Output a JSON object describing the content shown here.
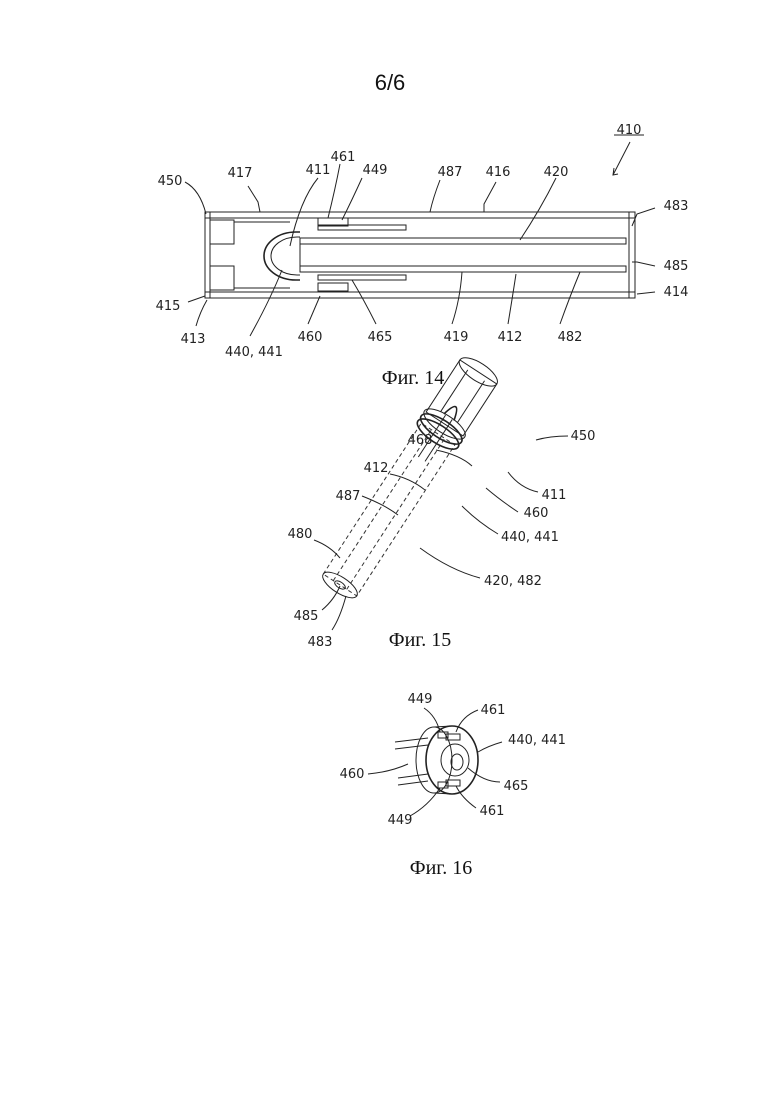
{
  "page_number": "6/6",
  "figures": [
    {
      "caption": "Фиг. 14",
      "labels": {
        "l410": "410",
        "l450": "450",
        "l417": "417",
        "l411": "411",
        "l461": "461",
        "l449": "449",
        "l487": "487",
        "l416": "416",
        "l420": "420",
        "l483": "483",
        "l485": "485",
        "l414": "414",
        "l415": "415",
        "l413": "413",
        "l440": "440, 441",
        "l460": "460",
        "l465": "465",
        "l419": "419",
        "l412": "412",
        "l482": "482"
      }
    },
    {
      "caption": "Фиг. 15",
      "labels": {
        "l468": "468",
        "l450": "450",
        "l412": "412",
        "l411": "411",
        "l487": "487",
        "l460": "460",
        "l480": "480",
        "l440": "440, 441",
        "l420": "420, 482",
        "l485": "485",
        "l483": "483"
      }
    },
    {
      "caption": "Фиг. 16",
      "labels": {
        "l449a": "449",
        "l461a": "461",
        "l440": "440, 441",
        "l460": "460",
        "l465": "465",
        "l449b": "449",
        "l461b": "461"
      }
    }
  ]
}
